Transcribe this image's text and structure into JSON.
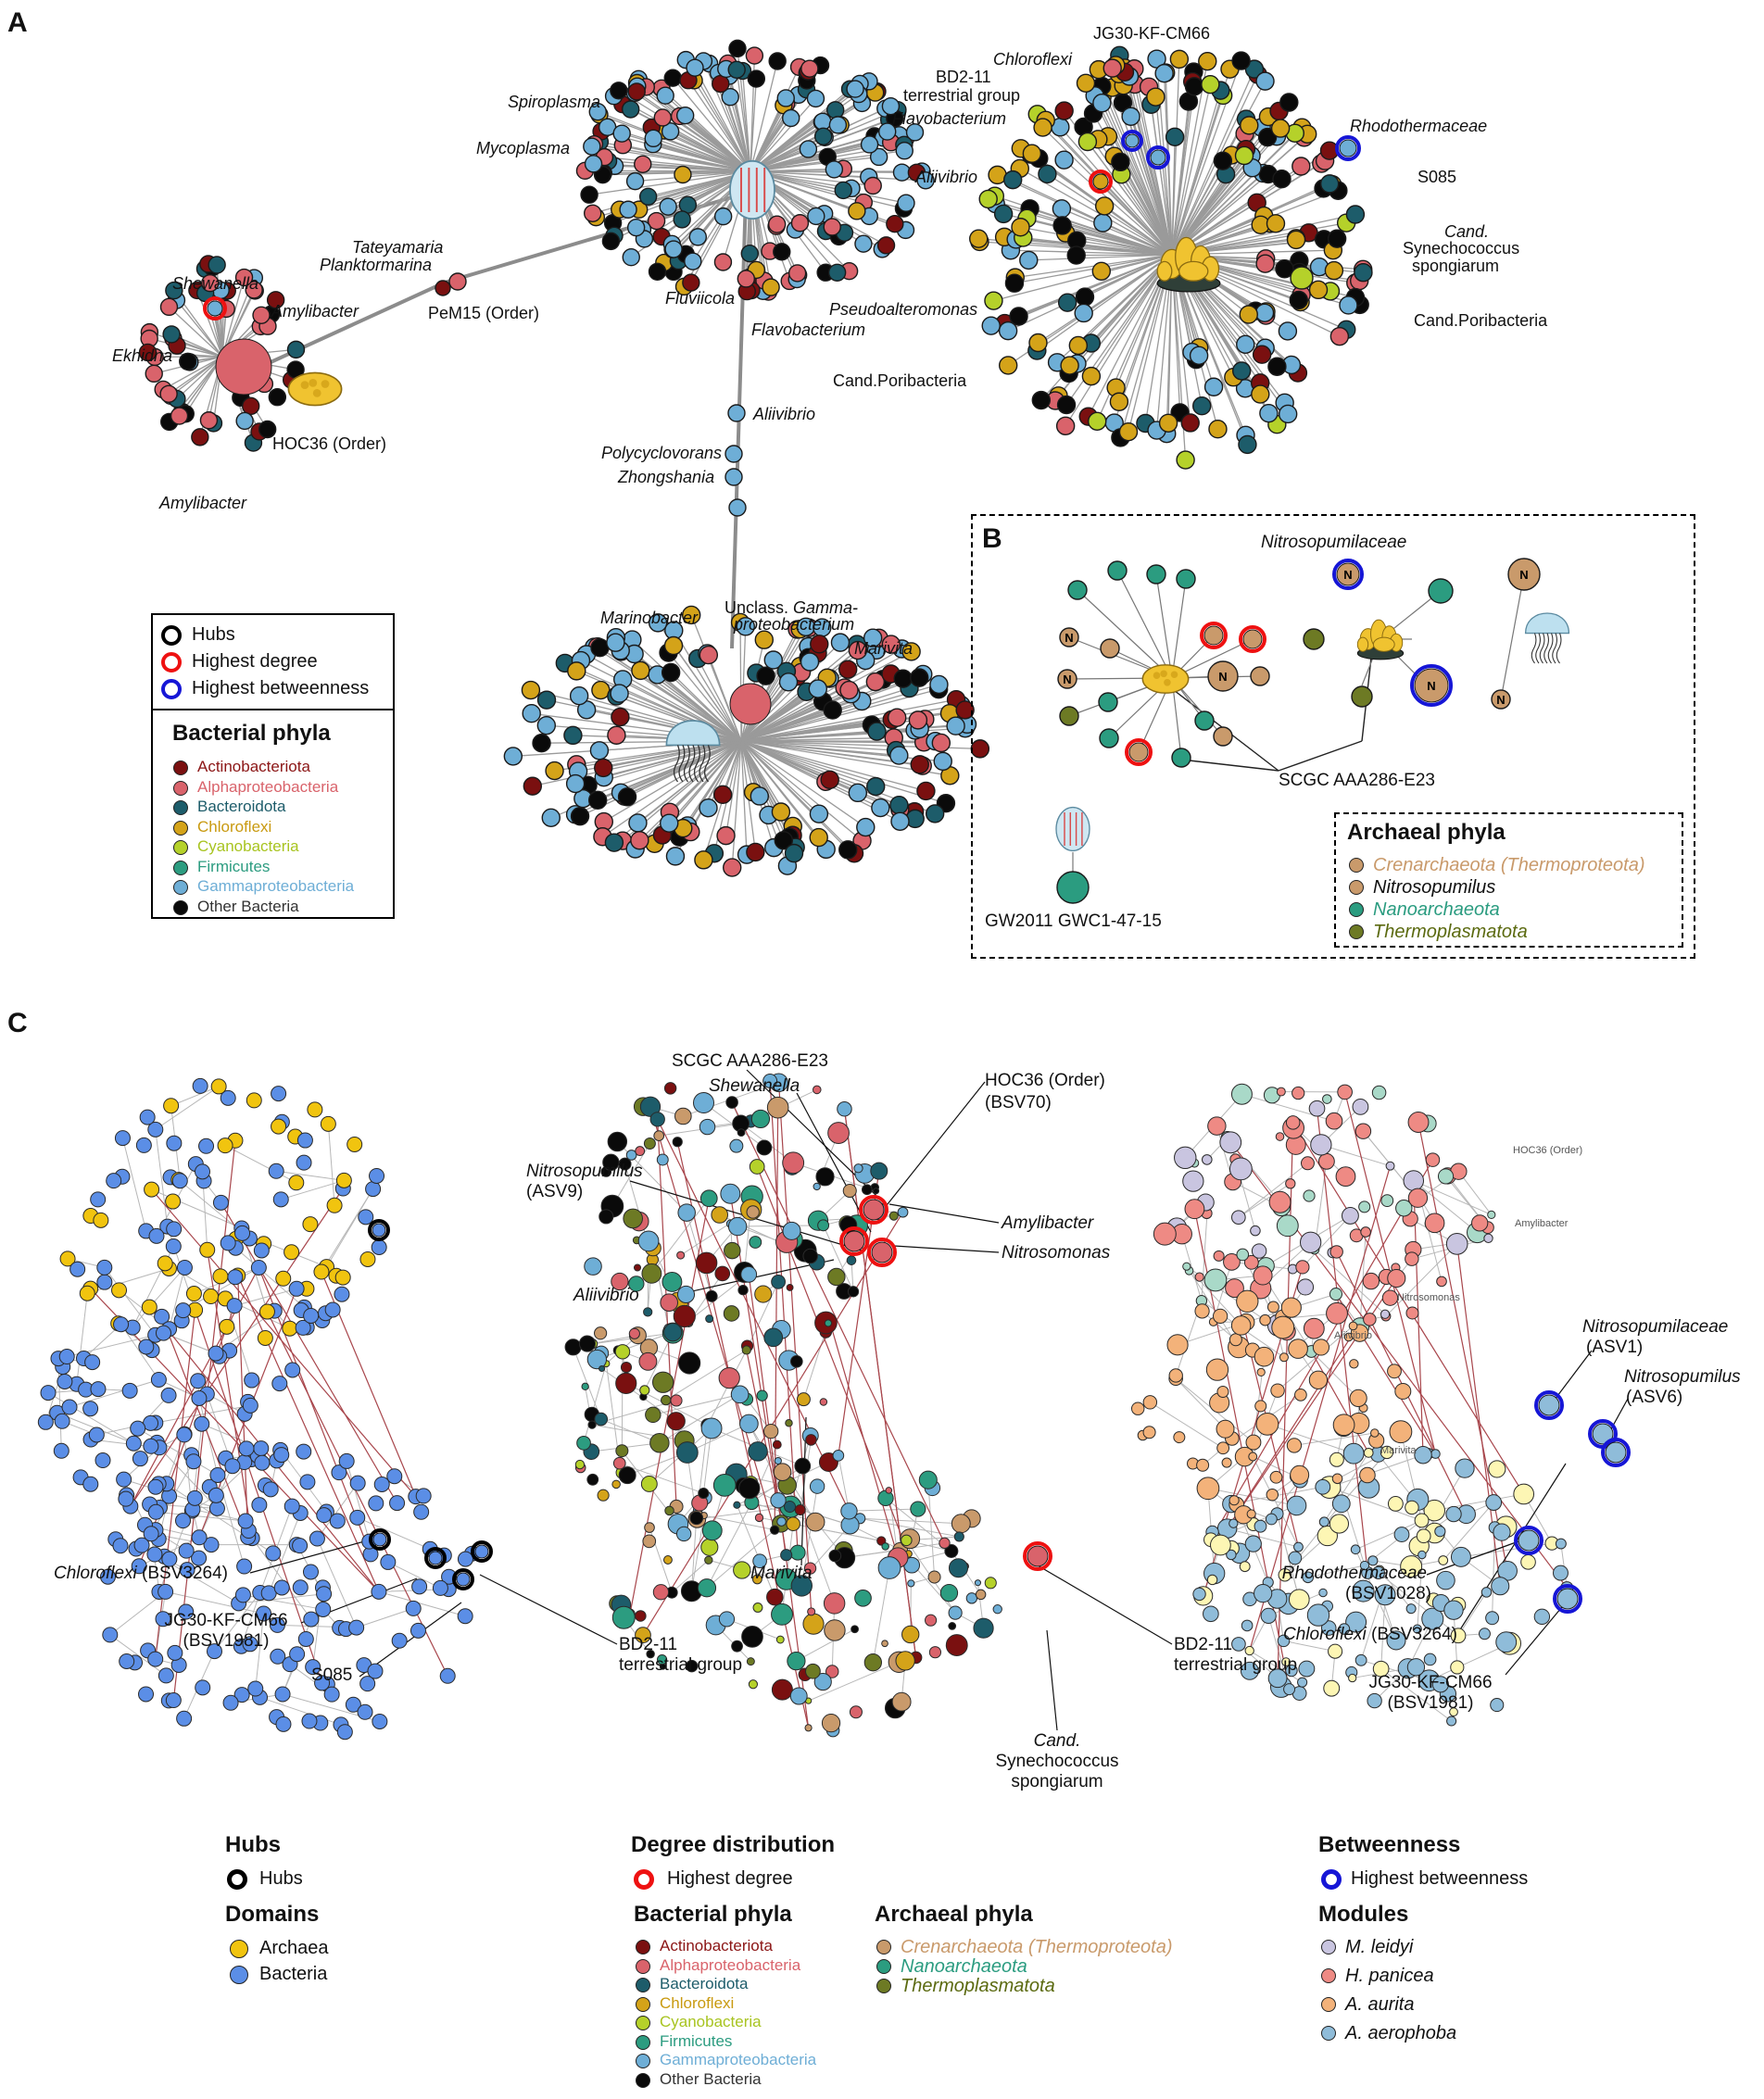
{
  "colors": {
    "actino": "#7a1010",
    "alpha": "#d9636b",
    "bacteroidota": "#1d5c6a",
    "chloroflexi": "#d4a319",
    "cyano": "#b5d12a",
    "firmicutes": "#2c9c80",
    "gamma": "#6eaed6",
    "other": "#0a0a0a",
    "archaea": "#f1c40f",
    "bacteria": "#5b8ee6",
    "crenarchaeota": "#c99a6b",
    "nanoarchaeota": "#2b9c80",
    "thermoplasmatota": "#6d7a24",
    "leidyi": "#c9c5e0",
    "panicea": "#ee8a84",
    "panicea2": "#a9d9c8",
    "aurita": "#f3b27a",
    "aerophoba": "#fdf6b4",
    "aerophoba2": "#8fbcd9",
    "hub": "#000000",
    "degree": "#ee1111",
    "betweenness": "#1616d6"
  },
  "panels": {
    "a": "A",
    "b": "B",
    "c": "C"
  },
  "panel_a": {
    "labels": {
      "spiroplasma": "Spiroplasma",
      "mycoplasma": "Mycoplasma",
      "flavobacterium1": "Flavobacterium",
      "aliivibrio1": "Aliivibrio",
      "tateyamaria": "Tateyamaria",
      "planktormarina": "Planktormarina",
      "pem15": "PeM15 (Order)",
      "shewanella": "Shewanella",
      "amylibacter1": "Amylibacter",
      "ekhidna": "Ekhidna",
      "hoc36": "HOC36 (Order)",
      "amylibacter2": "Amylibacter",
      "fluviicola": "Fluviicola",
      "pseudoalteromonas": "Pseudoalteromonas",
      "flavobacterium2": "Flavobacterium",
      "aliivibrio2": "Aliivibrio",
      "polycyclovorans": "Polycyclovorans",
      "zhongshania": "Zhongshania",
      "marinobacter": "Marinobacter",
      "unclass_gamma_1": "Unclass.",
      "unclass_gamma_2": "Gamma-",
      "unclass_gamma_3": "proteobacterium",
      "marivita": "Marivita",
      "jg30": "JG30-KF-CM66",
      "chloroflexi": "Chloroflexi",
      "bd211_1": "BD2-11",
      "bd211_2": "terrestrial group",
      "rhodothermaceae": "Rhodothermaceae",
      "s085": "S085",
      "cand_syn_1": "Cand.",
      "cand_syn_2": "Synechococcus",
      "cand_syn_3": "spongiarum",
      "cand_pori1": "Cand.Poribacteria",
      "cand_pori2": "Cand.Poribacteria"
    },
    "legend": {
      "hubs": "Hubs",
      "highest_degree": "Highest degree",
      "highest_betweenness": "Highest betweenness",
      "title": "Bacterial phyla",
      "items": [
        "Actinobacteriota",
        "Alphaproteobacteria",
        "Bacteroidota",
        "Chloroflexi",
        "Cyanobacteria",
        "Firmicutes",
        "Gammaproteobacteria",
        "Other Bacteria"
      ]
    }
  },
  "panel_b": {
    "labels": {
      "nitrosopumilaceae": "Nitrosopumilaceae",
      "scgc": "SCGC AAA286-E23",
      "gw2011": "GW2011 GWC1-47-15",
      "n": "N"
    },
    "legend": {
      "title": "Archaeal phyla",
      "items": [
        "Crenarchaeota (Thermoproteota)",
        "Nitrosopumilus",
        "Nanoarchaeota",
        "Thermoplasmatota"
      ]
    }
  },
  "panel_c": {
    "left": {
      "chloroflexi_italic": "Chloroflexi",
      "chloroflexi_rest": " (BSV3264)",
      "jg30_1": "JG30-KF-CM66",
      "jg30_2": "(BSV1981)",
      "s085": "S085",
      "bd211_1": "BD2-11",
      "bd211_2": "terrestrial group"
    },
    "mid": {
      "scgc": "SCGC AAA286-E23",
      "shewanella": "Shewanella",
      "hoc36_1": "HOC36 (Order)",
      "hoc36_2": "(BSV70)",
      "nitrosopumilus_1": "Nitrosopumilus",
      "nitrosopumilus_2": "(ASV9)",
      "amylibacter": "Amylibacter",
      "nitrosomonas": "Nitrosomonas",
      "aliivibrio": "Aliivibrio",
      "marivita": "Marivita",
      "bd211_1": "BD2-11",
      "bd211_2": "terrestrial group",
      "cand_1": "Cand.",
      "cand_2": "Synechococcus",
      "cand_3": "spongiarum"
    },
    "right": {
      "nitrosopumilaceae_1": "Nitrosopumilaceae",
      "nitrosopumilaceae_2": "(ASV1)",
      "nitrosopumilus_1": "Nitrosopumilus",
      "nitrosopumilus_2": "(ASV6)",
      "rhodo_1": "Rhodothermaceae",
      "rhodo_2": "(BSV1028)",
      "chloroflexi_italic": "Chloroflexi",
      "chloroflexi_rest": " (BSV3264)",
      "jg30_1": "JG30-KF-CM66",
      "jg30_2": "(BSV1981)",
      "tiny_hoc36": "HOC36 (Order)",
      "tiny_amylibacter": "Amylibacter",
      "tiny_nitrosomonas": "Nitrosomonas",
      "tiny_aliivibrio": "Aliivibrio",
      "tiny_marivita": "Marivita"
    },
    "legend": {
      "hubs_title": "Hubs",
      "hubs_item": "Hubs",
      "domains_title": "Domains",
      "archaea": "Archaea",
      "bacteria": "Bacteria",
      "degree_title": "Degree distribution",
      "degree_item": "Highest degree",
      "bact_title": "Bacterial phyla",
      "bact_items": [
        "Actinobacteriota",
        "Alphaproteobacteria",
        "Bacteroidota",
        "Chloroflexi",
        "Cyanobacteria",
        "Firmicutes",
        "Gammaproteobacteria",
        "Other Bacteria"
      ],
      "arch_title": "Archaeal phyla",
      "arch_items": [
        "Crenarchaeota (Thermoproteota)",
        "Nanoarchaeota",
        "Thermoplasmatota"
      ],
      "betw_title": "Betweenness",
      "betw_item": "Highest betweenness",
      "modules_title": "Modules",
      "modules": [
        "M. leidyi",
        "H. panicea",
        "A. aurita",
        "A. aerophoba"
      ]
    }
  }
}
